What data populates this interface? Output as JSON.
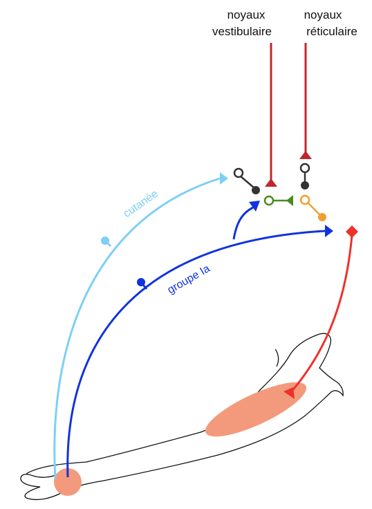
{
  "labels": {
    "vestibular_line1": "noyaux",
    "vestibular_line2": "vestibulaire",
    "reticular_line1": "noyaux",
    "reticular_line2": "réticulaire",
    "cutaneous": "cutanée",
    "group_ia": "groupe Ia"
  },
  "colors": {
    "cutaneous": "#7dcff5",
    "group_ia": "#1133dd",
    "descending": "#c0262c",
    "motor": "#f0302a",
    "interneuron_dark": "#333333",
    "interneuron_green": "#4a8a1e",
    "interneuron_orange": "#f0a030",
    "muscle_fill": "#f49a7c",
    "limb_outline": "#111111"
  },
  "icons": {
    "excitatory_terminal": "triangle-terminal",
    "inhibitory_terminal": "open-circle-terminal",
    "neuron_body": "filled-circle",
    "motor_terminal": "diamond-terminal"
  }
}
